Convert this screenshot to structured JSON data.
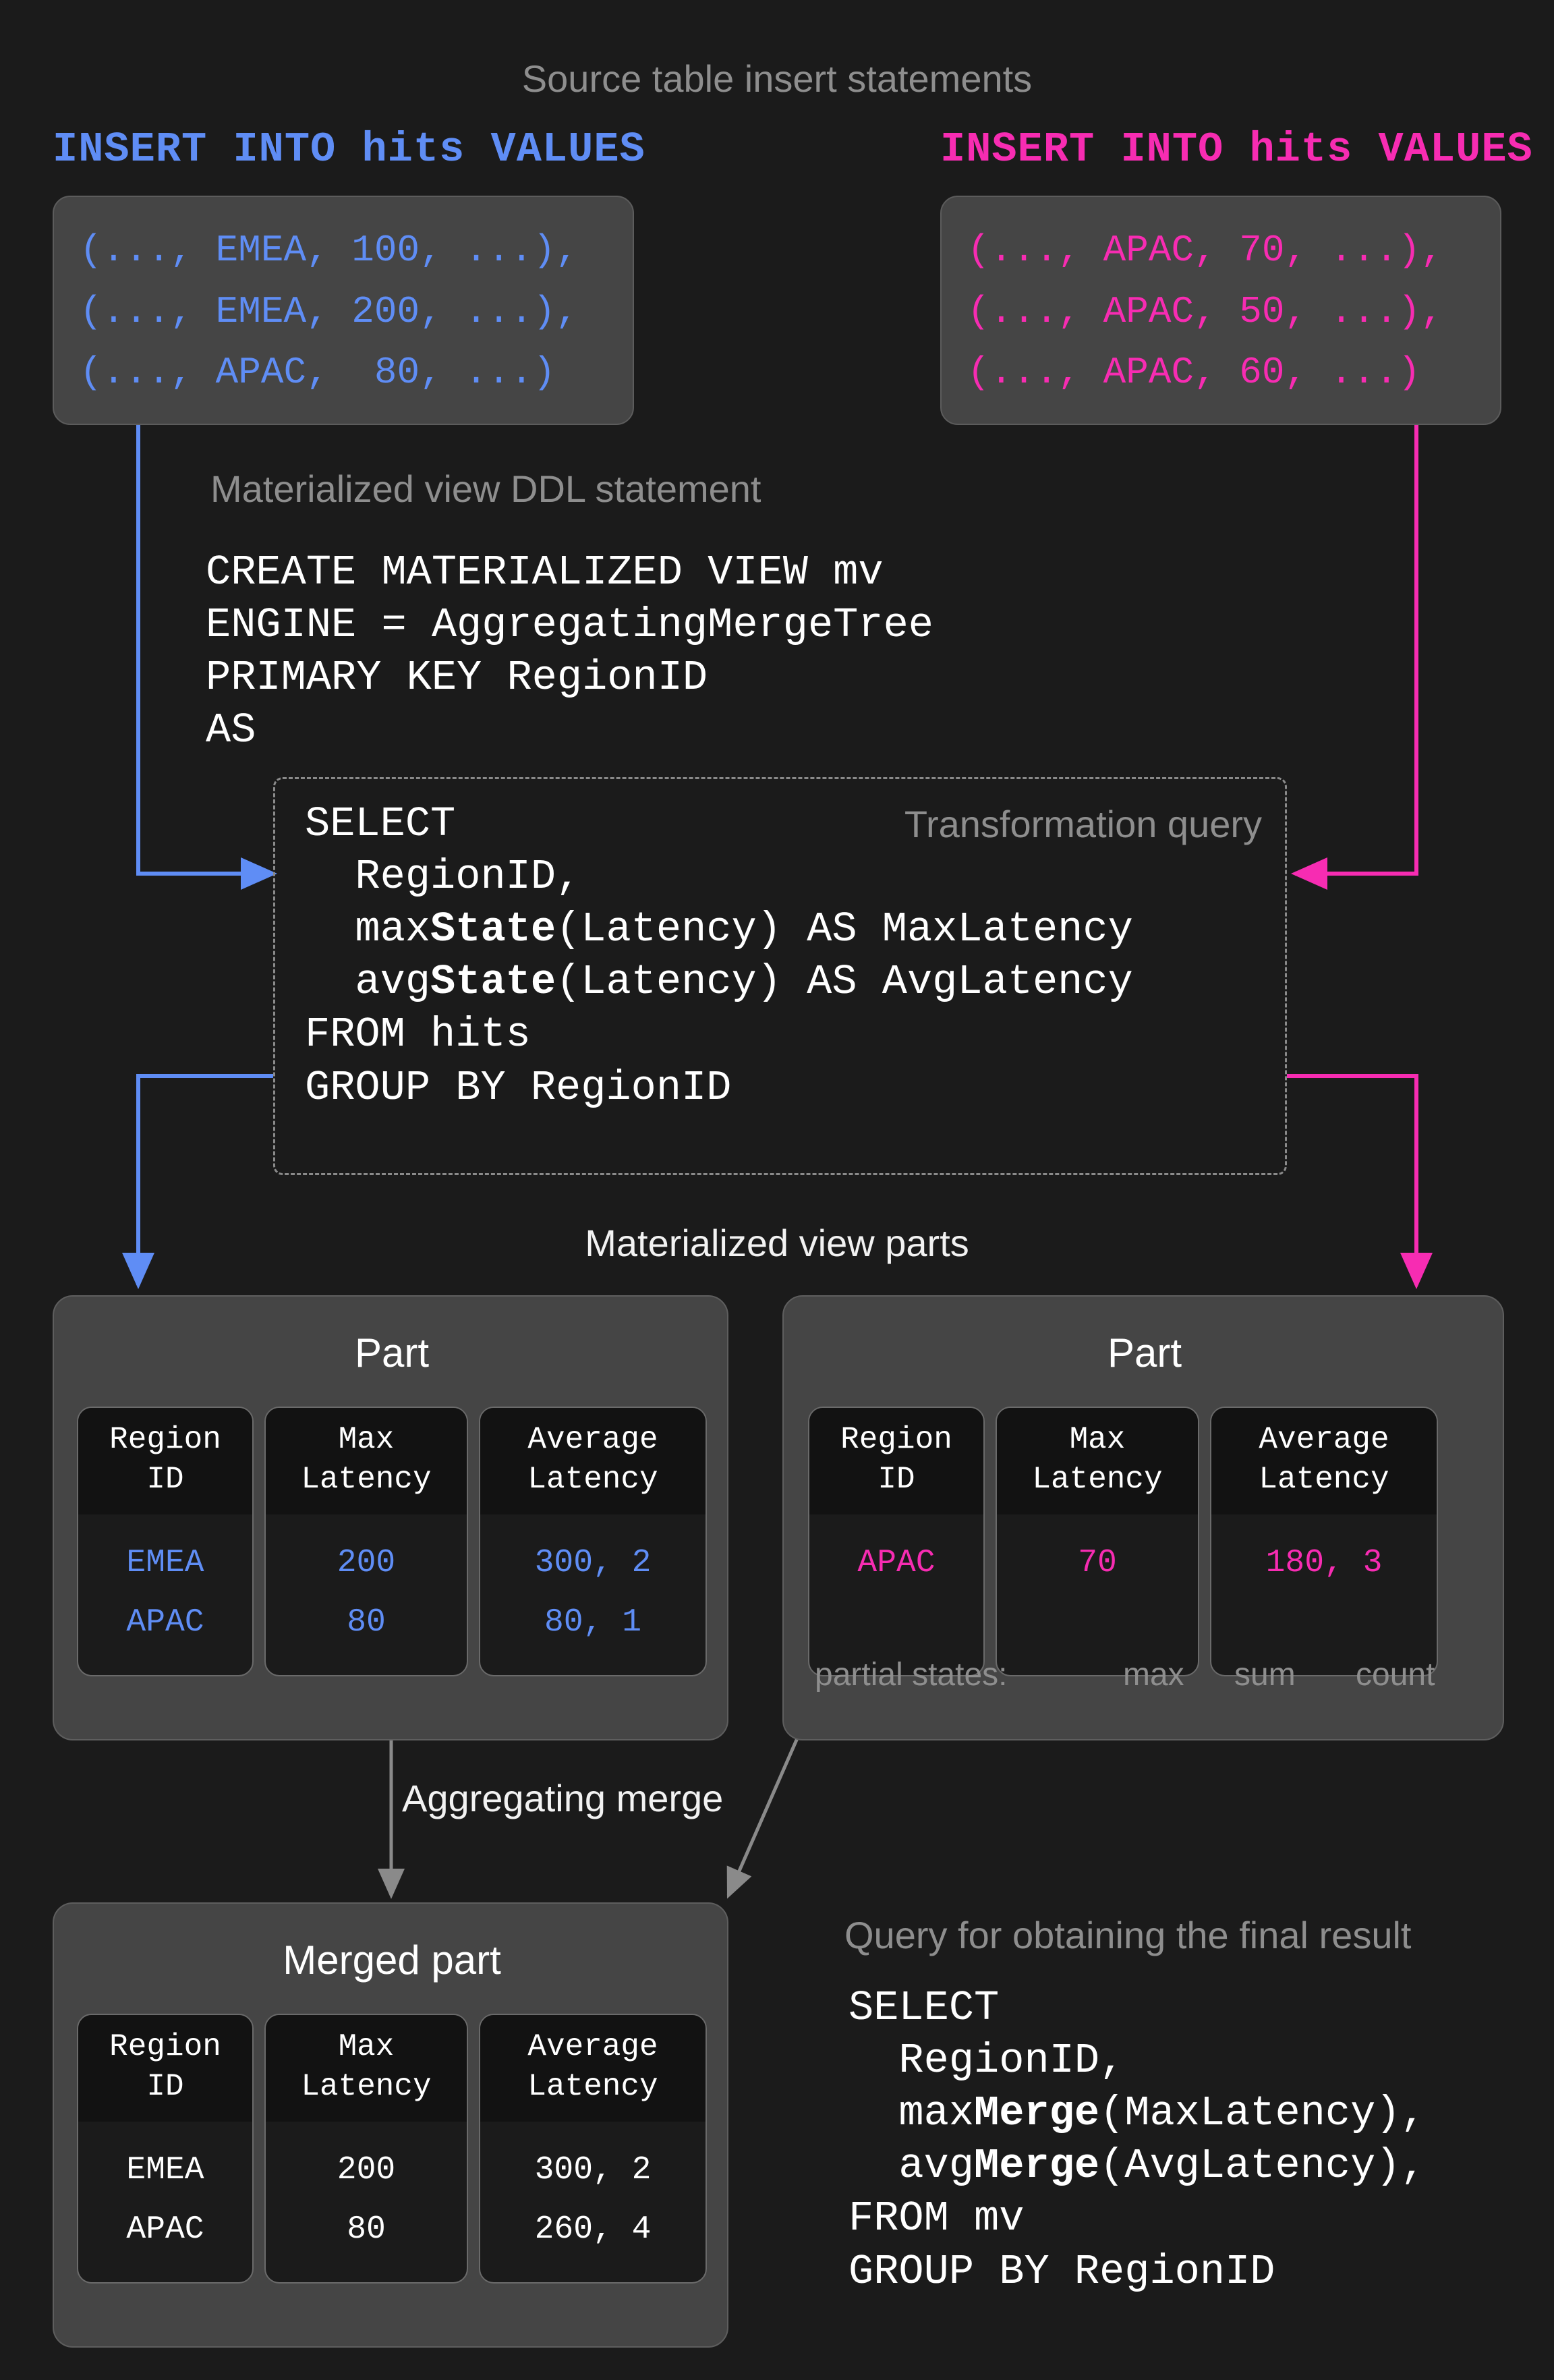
{
  "title": "Source table insert statements",
  "inserts": [
    {
      "header": "INSERT INTO hits VALUES",
      "color": "#5f8df5",
      "rows": [
        "(..., EMEA, 100, ...),",
        "(..., EMEA, 200, ...),",
        "(..., APAC,  80, ...)"
      ]
    },
    {
      "header": "INSERT INTO hits VALUES",
      "color": "#f72cb2",
      "rows": [
        "(..., APAC, 70, ...),",
        "(..., APAC, 50, ...),",
        "(..., APAC, 60, ...)"
      ]
    }
  ],
  "ddl": {
    "caption": "Materialized view DDL statement",
    "lines": [
      "CREATE MATERIALIZED VIEW mv",
      "ENGINE = AggregatingMergeTree",
      "PRIMARY KEY RegionID",
      "AS"
    ]
  },
  "transformation": {
    "caption": "Transformation query",
    "lines": [
      {
        "pre": "SELECT",
        "bold": "",
        "post": ""
      },
      {
        "pre": "  RegionID,",
        "bold": "",
        "post": ""
      },
      {
        "pre": "  max",
        "bold": "State",
        "post": "(Latency) AS MaxLatency"
      },
      {
        "pre": "  avg",
        "bold": "State",
        "post": "(Latency) AS AvgLatency"
      },
      {
        "pre": "FROM hits",
        "bold": "",
        "post": ""
      },
      {
        "pre": "GROUP BY RegionID",
        "bold": "",
        "post": ""
      }
    ]
  },
  "parts_caption": "Materialized view parts",
  "parts": [
    {
      "title": "Part",
      "columns": [
        "Region\nID",
        "Max\nLatency",
        "Average\nLatency"
      ],
      "rows": [
        [
          "EMEA",
          "200",
          "300, 2"
        ],
        [
          "APAC",
          "80",
          "80, 1"
        ]
      ],
      "value_color": "blue"
    },
    {
      "title": "Part",
      "columns": [
        "Region\nID",
        "Max\nLatency",
        "Average\nLatency"
      ],
      "rows": [
        [
          "APAC",
          "70",
          "180, 3"
        ]
      ],
      "value_color": "pink"
    }
  ],
  "partial_states": {
    "label": "partial states:",
    "annotations": [
      "max",
      "sum",
      "count"
    ]
  },
  "merge_label": "Aggregating merge",
  "merged_part": {
    "title": "Merged part",
    "columns": [
      "Region\nID",
      "Max\nLatency",
      "Average\nLatency"
    ],
    "rows": [
      [
        "EMEA",
        "200",
        "300, 2"
      ],
      [
        "APAC",
        "80",
        "260, 4"
      ]
    ],
    "value_color": "white"
  },
  "final_query": {
    "caption": "Query for obtaining the final result",
    "lines": [
      {
        "pre": "SELECT",
        "bold": "",
        "post": ""
      },
      {
        "pre": "  RegionID,",
        "bold": "",
        "post": ""
      },
      {
        "pre": "  max",
        "bold": "Merge",
        "post": "(MaxLatency),"
      },
      {
        "pre": "  avg",
        "bold": "Merge",
        "post": "(AvgLatency),"
      },
      {
        "pre": "FROM mv",
        "bold": "",
        "post": ""
      },
      {
        "pre": "GROUP BY RegionID",
        "bold": "",
        "post": ""
      }
    ]
  },
  "colors": {
    "background": "#1b1b1b",
    "blue": "#5f8df5",
    "pink": "#f72cb2",
    "gray_text": "#8e8e8e",
    "card": "#454545"
  }
}
